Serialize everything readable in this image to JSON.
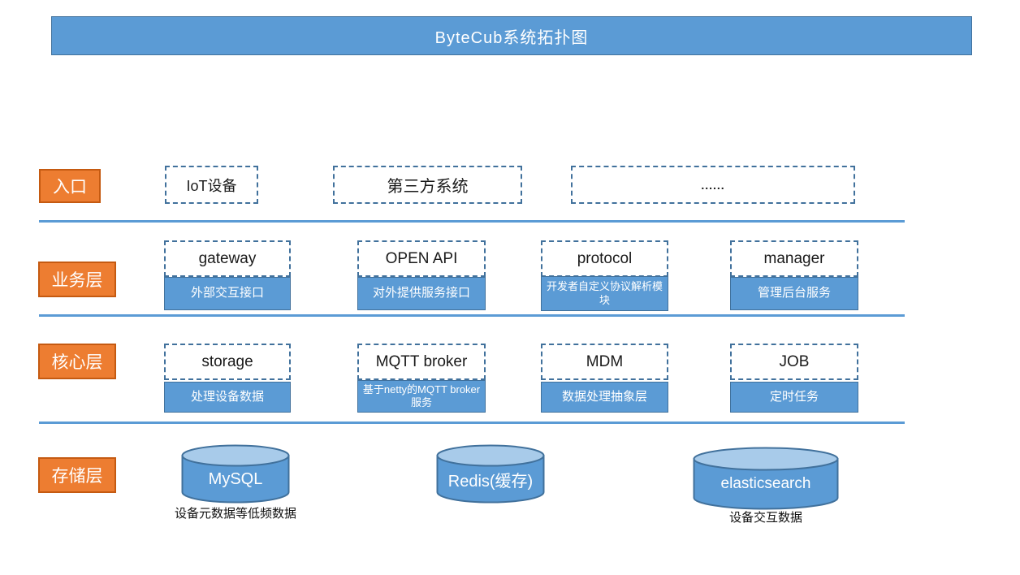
{
  "title": "ByteCub系统拓扑图",
  "colors": {
    "blue": "#5B9BD5",
    "blue_border": "#41719C",
    "blue_light": "#A8CBEA",
    "orange": "#ED7D31",
    "orange_border": "#C55A11"
  },
  "layers": [
    {
      "label": "入口",
      "boxes": [
        {
          "title": "IoT设备"
        },
        {
          "title": "第三方系统"
        },
        {
          "title": "......"
        }
      ]
    },
    {
      "label": "业务层",
      "modules": [
        {
          "name": "gateway",
          "desc": "外部交互接口"
        },
        {
          "name": "OPEN API",
          "desc": "对外提供服务接口"
        },
        {
          "name": "protocol",
          "desc": "开发者自定义协议解析模块"
        },
        {
          "name": "manager",
          "desc": "管理后台服务"
        }
      ]
    },
    {
      "label": "核心层",
      "modules": [
        {
          "name": "storage",
          "desc": "处理设备数据"
        },
        {
          "name": "MQTT broker",
          "desc": "基于netty的MQTT broker服务"
        },
        {
          "name": "MDM",
          "desc": "数据处理抽象层"
        },
        {
          "name": "JOB",
          "desc": "定时任务"
        }
      ]
    },
    {
      "label": "存储层",
      "databases": [
        {
          "name": "MySQL",
          "caption": "设备元数据等低频数据"
        },
        {
          "name": "Redis(缓存)"
        },
        {
          "name": "elasticsearch",
          "caption": "设备交互数据"
        }
      ]
    }
  ]
}
